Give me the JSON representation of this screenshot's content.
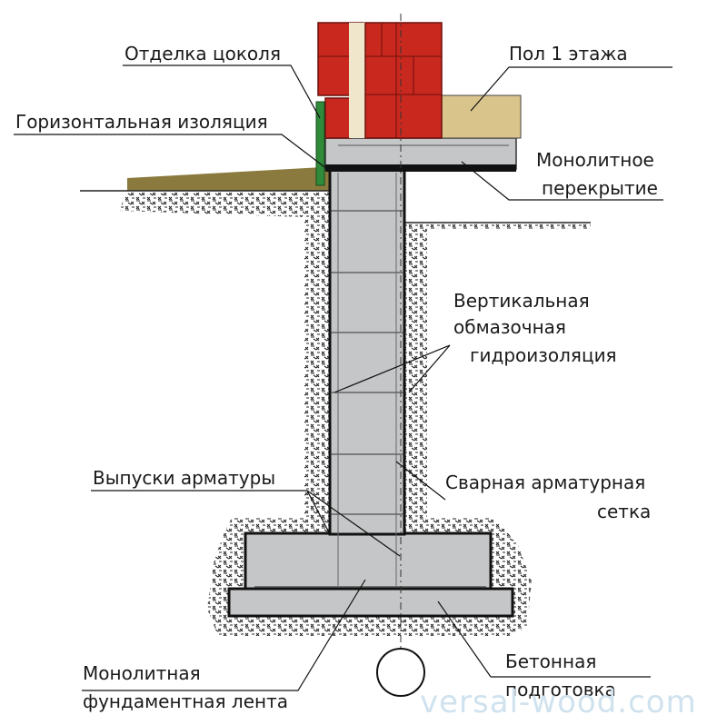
{
  "labels": {
    "plinth_finish": "Отделка цоколя",
    "horizontal_insulation": "Горизонтальная изоляция",
    "first_floor": "Пол 1 этажа",
    "monolithic_slab_1": "Монолитное",
    "monolithic_slab_2": "перекрытие",
    "vertical_waterproofing_1": "Вертикальная",
    "vertical_waterproofing_2": "обмазочная",
    "vertical_waterproofing_3": "гидроизоляция",
    "rebar_outlets": "Выпуски арматуры",
    "welded_mesh_1": "Сварная арматурная",
    "welded_mesh_2": "сетка",
    "strip_foundation_1": "Монолитная",
    "strip_foundation_2": "фундаментная лента",
    "concrete_bed_1": "Бетонная",
    "concrete_bed_2": "подготовка"
  },
  "watermark": "versal-wood.com",
  "colors": {
    "brick": "#c8281e",
    "brick_dark": "#9a1a14",
    "insulation_cream": "#efe6cc",
    "floor": "#d9c48c",
    "ground": "#8a7a3e",
    "concrete": "#c4c6c8",
    "concrete_dark": "#a9abad",
    "waterproof": "#111111",
    "plinth_green": "#2f8a3a",
    "watermark": "#cfe2ee"
  }
}
